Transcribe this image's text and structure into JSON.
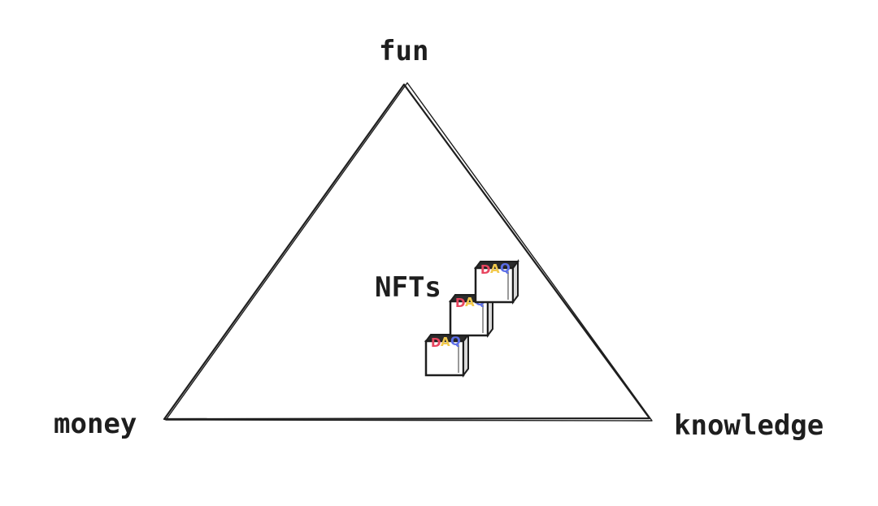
{
  "labels": {
    "top": "fun",
    "left": "money",
    "right": "knowledge",
    "center": "NFTs"
  },
  "cube_letters": [
    "D",
    "A",
    "Q"
  ],
  "colors": {
    "stroke": "#1e1e1e",
    "cube_top": "#2b2b2b",
    "letter_d": "#e8455f",
    "letter_a": "#f2c94c",
    "letter_q": "#5b6ee8"
  }
}
